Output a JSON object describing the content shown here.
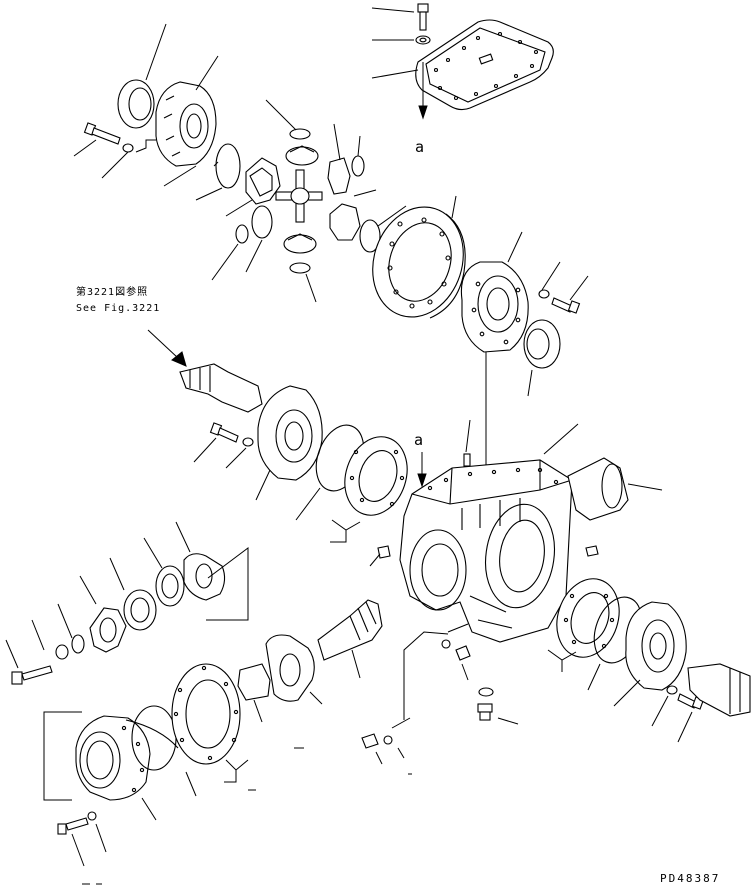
{
  "callouts": {
    "ref_a_top": "a",
    "ref_a_mid": "a",
    "see_fig_jp": "第3221図参照",
    "see_fig_en": "See Fig.3221"
  },
  "drawing_number": "PD48387",
  "colors": {
    "line": "#000000",
    "background": "#ffffff"
  }
}
